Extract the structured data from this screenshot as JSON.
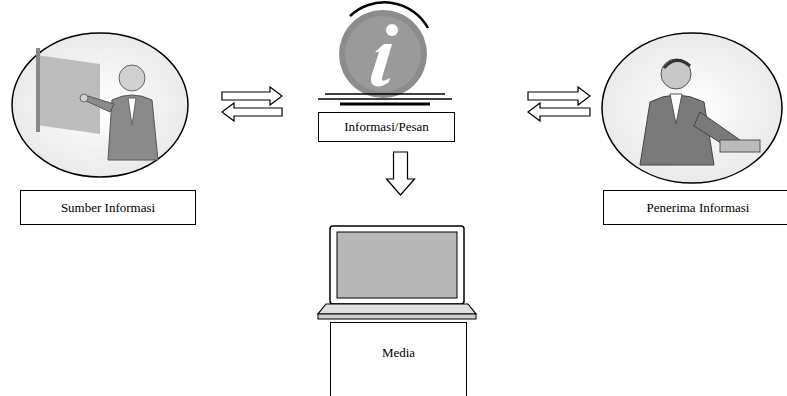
{
  "diagram": {
    "nodes": [
      {
        "text": [
          "Sumber Informasi"
        ]
      },
      {
        "text": [
          "Informasi/Pesan"
        ]
      },
      {
        "text": [
          "Penerima Informasi"
        ]
      },
      {
        "text": [
          "Media"
        ]
      }
    ],
    "edges": [
      {
        "from": 0,
        "to": 1,
        "arrow": "to"
      },
      {
        "from": 1,
        "to": 0,
        "arrow": "to"
      },
      {
        "from": 1,
        "to": 2,
        "arrow": "to"
      },
      {
        "from": 2,
        "to": 1,
        "arrow": "to"
      },
      {
        "from": 1,
        "to": 3,
        "arrow": "to"
      }
    ]
  }
}
